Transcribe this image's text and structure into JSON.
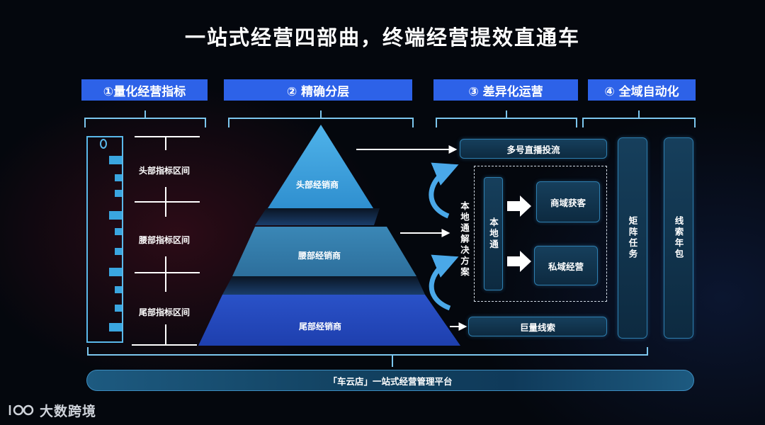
{
  "title": "一站式经营四部曲，终端经营提效直通车",
  "columns": [
    {
      "label": "①量化经营指标"
    },
    {
      "label": "② 精确分层"
    },
    {
      "label": "③ 差异化运营"
    },
    {
      "label": "④ 全域自动化"
    }
  ],
  "metrics": {
    "head": "头部指标区间",
    "waist": "腰部指标区间",
    "tail": "尾部指标区间"
  },
  "pyramid": {
    "top": "头部经销商",
    "middle": "腰部经销商",
    "bottom": "尾部经销商"
  },
  "operations": {
    "multi_live": "多号直播投流",
    "local_solution": "本地通解决方案",
    "local_box": "本地通",
    "acquire": "商域获客",
    "private": "私域经营",
    "leads": "巨量线索"
  },
  "automation": {
    "matrix": "矩阵任务",
    "leads_year": "线索年包"
  },
  "platform": "「车云店」一站式经营管理平台",
  "logo": {
    "text": "大数跨境"
  }
}
